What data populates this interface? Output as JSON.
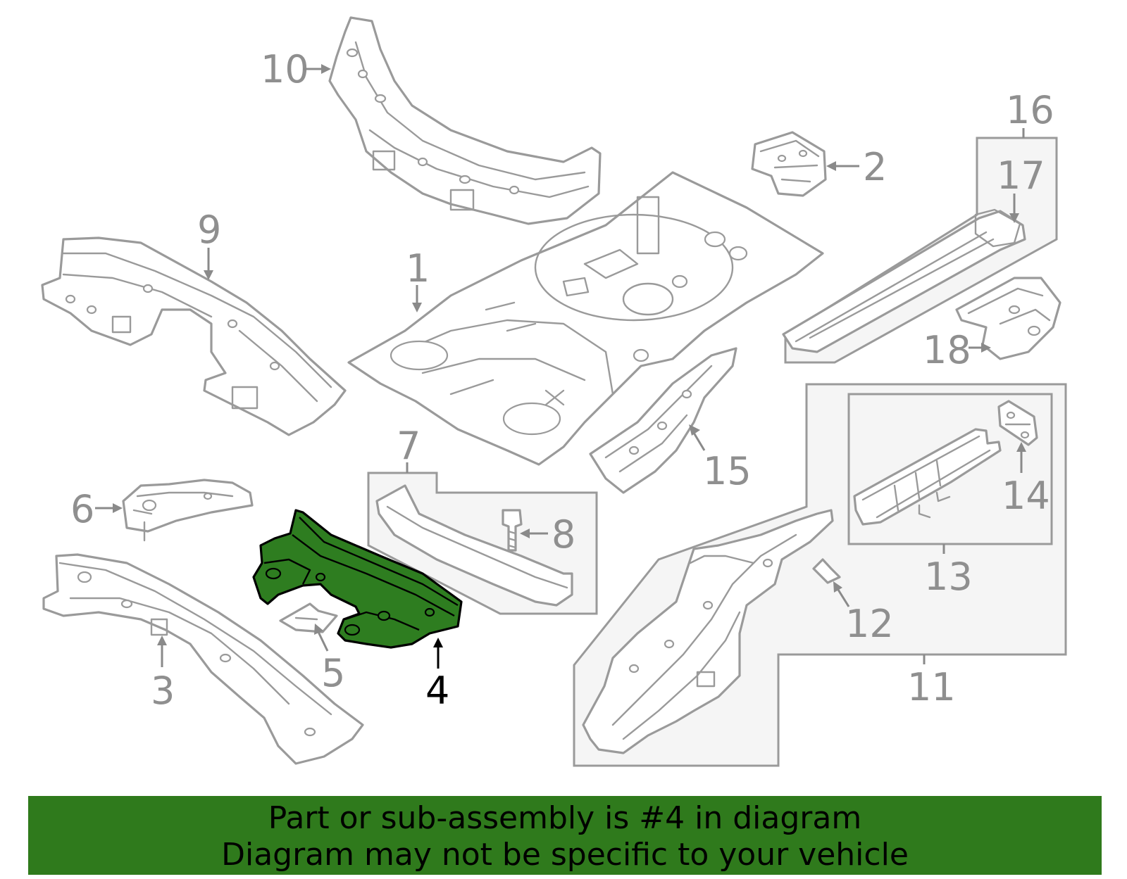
{
  "diagram": {
    "callouts": {
      "c1": "1",
      "c2": "2",
      "c3": "3",
      "c4": "4",
      "c5": "5",
      "c6": "6",
      "c7": "7",
      "c8": "8",
      "c9": "9",
      "c10": "10",
      "c11": "11",
      "c12": "12",
      "c13": "13",
      "c14": "14",
      "c15": "15",
      "c16": "16",
      "c17": "17",
      "c18": "18"
    },
    "highlighted_part": "4",
    "colors": {
      "highlight": "#2e7d20",
      "linework": "#9a9a9a",
      "banner": "#2f7a1c"
    }
  },
  "banner": {
    "line1": "Part or sub-assembly is #4 in diagram",
    "line2": "Diagram may not be specific to your vehicle"
  }
}
